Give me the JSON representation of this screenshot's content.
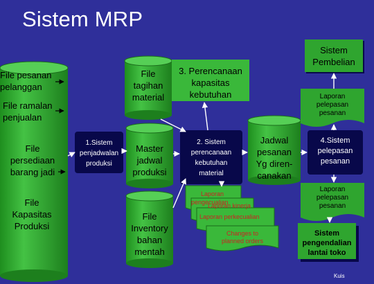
{
  "title": "Sistem MRP",
  "nodes": {
    "file_pesanan": "File pesanan\npelanggan",
    "file_ramalan": "File ramalan\npenjualan",
    "file_persediaan": "File\npersediaan\nbarang jadi",
    "file_kapasitas": "File\nKapasitas\nProduksi",
    "sistem_penjadwalan": "1.Sistem\npenjadwalan\nproduksi",
    "file_tagihan": "File\ntagihan\nmaterial",
    "master_jadwal": "Master\njadwal\nproduksi",
    "perencanaan_kapasitas": "3. Perencanaan\nkapasitas\nkebutuhan",
    "perencanaan_material": "2. Sistem\nperencanaan\nkebutuhan\nmaterial",
    "jadwal_pesanan": "Jadwal\npesanan\nYg diren-\ncanakan",
    "file_inventory": "File\nInventory\nbahan\nmentah",
    "sistem_pembelian": "Sistem\nPembelian",
    "laporan_pelepasan_1": "Laporan\npelepasan\npesanan",
    "sistem_pelepasan": "4.Sistem\npelepasan\npesanan",
    "laporan_pelepasan_2": "Laporan\npelepasan\npesanan",
    "sistem_pengendalian": "Sistem\npengendalian\nlantai toko"
  },
  "stack_docs": {
    "laporan": "Laporan",
    "laporan_pengecualian": "pengecualian",
    "laporan_kinerja": "Laporan kinerja",
    "laporan_perkecualian": "Laporan perkecualian",
    "changes": "Changes to\nplanned orders"
  },
  "footer": "Kuis",
  "colors": {
    "background": "#2f2f9a",
    "cylinder": "#2fa52f",
    "shadow": "#08084a",
    "text_dark": "#000000",
    "text_light": "#ffffff"
  }
}
